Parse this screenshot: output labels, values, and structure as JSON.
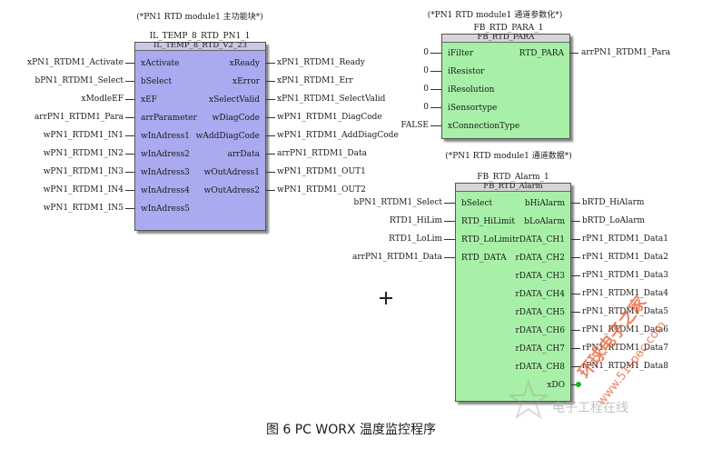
{
  "captions": {
    "main": "(*PN1 RTD module1 主功能块*)",
    "para": "(*PN1 RTD module1 通道参数化*)",
    "data": "(*PN1 RTD module1 通道数据*)",
    "figure": "图 6 PC WORX 温度监控程序"
  },
  "colors": {
    "main_block": "#aaaaf0",
    "green_block": "#a8f0a8",
    "header": "#d6d6d6",
    "dot": "#1fb31f"
  },
  "fb_main": {
    "instance": "IL_TEMP_8_RTD_PN1_1",
    "type": "IL_TEMP_8_RTD_V2_23",
    "inputs": [
      "xActivate",
      "bSelect",
      "xEF",
      "arrParameter",
      "wInAdress1",
      "wInAdress2",
      "wInAdress3",
      "wInAdress4",
      "wInAdress5"
    ],
    "input_vars": [
      "xPN1_RTDM1_Activate",
      "bPN1_RTDM1_Select",
      "xModleEF",
      "arrPN1_RTDM1_Para",
      "wPN1_RTDM1_IN1",
      "wPN1_RTDM1_IN2",
      "wPN1_RTDM1_IN3",
      "wPN1_RTDM1_IN4",
      "wPN1_RTDM1_IN5"
    ],
    "outputs": [
      "xReady",
      "xError",
      "xSelectValid",
      "wDiagCode",
      "wAddDiagCode",
      "arrData",
      "wOutAdress1",
      "wOutAdress2"
    ],
    "output_vars": [
      "xPN1_RTDM1_Ready",
      "xPN1_RTDM1_Err",
      "xPN1_RTDM1_SelectValid",
      "wPN1_RTDM1_DiagCode",
      "wPN1_RTDM1_AddDiagCode",
      "arrPN1_RTDM1_Data",
      "wPN1_RTDM1_OUT1",
      "wPN1_RTDM1_OUT2"
    ]
  },
  "fb_para": {
    "instance": "FB_RTD_PARA_1",
    "type": "FB_RTD_PARA",
    "inputs": [
      "iFilter",
      "iResistor",
      "iResolution",
      "iSensortype",
      "xConnectionType"
    ],
    "input_vars": [
      "0",
      "0",
      "0",
      "0",
      "FALSE"
    ],
    "output": "RTD_PARA",
    "output_var": "arrPN1_RTDM1_Para"
  },
  "fb_alarm": {
    "instance": "FB_RTD_Alarm_1",
    "type": "FB_RTD_Alarm",
    "inputs": [
      "bSelect",
      "RTD_HiLimit",
      "RTD_LoLimit",
      "RTD_DATA"
    ],
    "input_vars": [
      "bPN1_RTDM1_Select",
      "RTD1_HiLim",
      "RTD1_LoLim",
      "arrPN1_RTDM1_Data"
    ],
    "outputs": [
      "bHiAlarm",
      "bLoAlarm",
      "rDATA_CH1",
      "rDATA_CH2",
      "rDATA_CH3",
      "rDATA_CH4",
      "rDATA_CH5",
      "rDATA_CH6",
      "rDATA_CH7",
      "rDATA_CH8",
      "xDO"
    ],
    "output_vars": [
      "bRTD_HiAlarm",
      "bRTD_LoAlarm",
      "rPN1_RTDM1_Data1",
      "rPN1_RTDM1_Data2",
      "rPN1_RTDM1_Data3",
      "rPN1_RTDM1_Data4",
      "rPN1_RTDM1_Data5",
      "rPN1_RTDM1_Data6",
      "rPN1_RTDM1_Data7",
      "rPN1_RTDM1_Data8",
      ""
    ]
  },
  "watermark": {
    "brand": "环球电子之家",
    "url": "www.51spec.com",
    "site": "电子工程在线"
  }
}
